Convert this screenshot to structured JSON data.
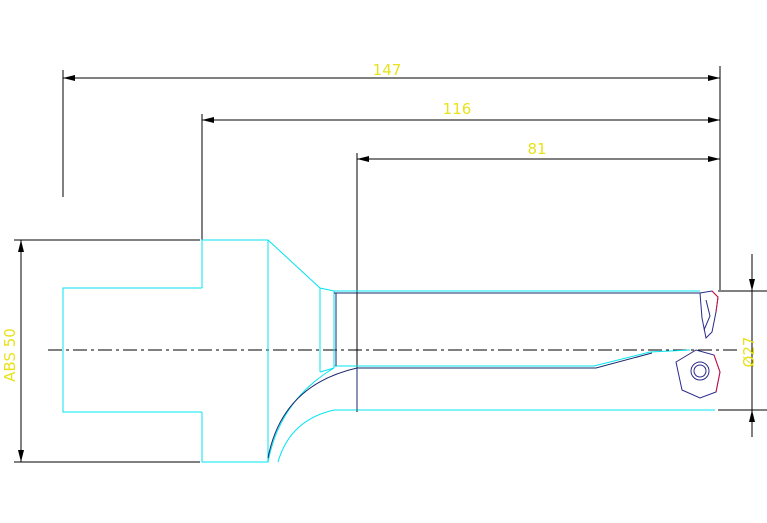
{
  "dimensions": {
    "overall_length": "147",
    "flange_length": "116",
    "body_length": "81",
    "shank_label": "ABS  50",
    "diameter": "Ø27"
  },
  "colors": {
    "dimension_text": "#e8e21a",
    "dimension_lines": "#000000",
    "tool_outline": "#00e5f0",
    "insert_outline": "#2a2a8a",
    "insert_accent": "#d01040"
  }
}
